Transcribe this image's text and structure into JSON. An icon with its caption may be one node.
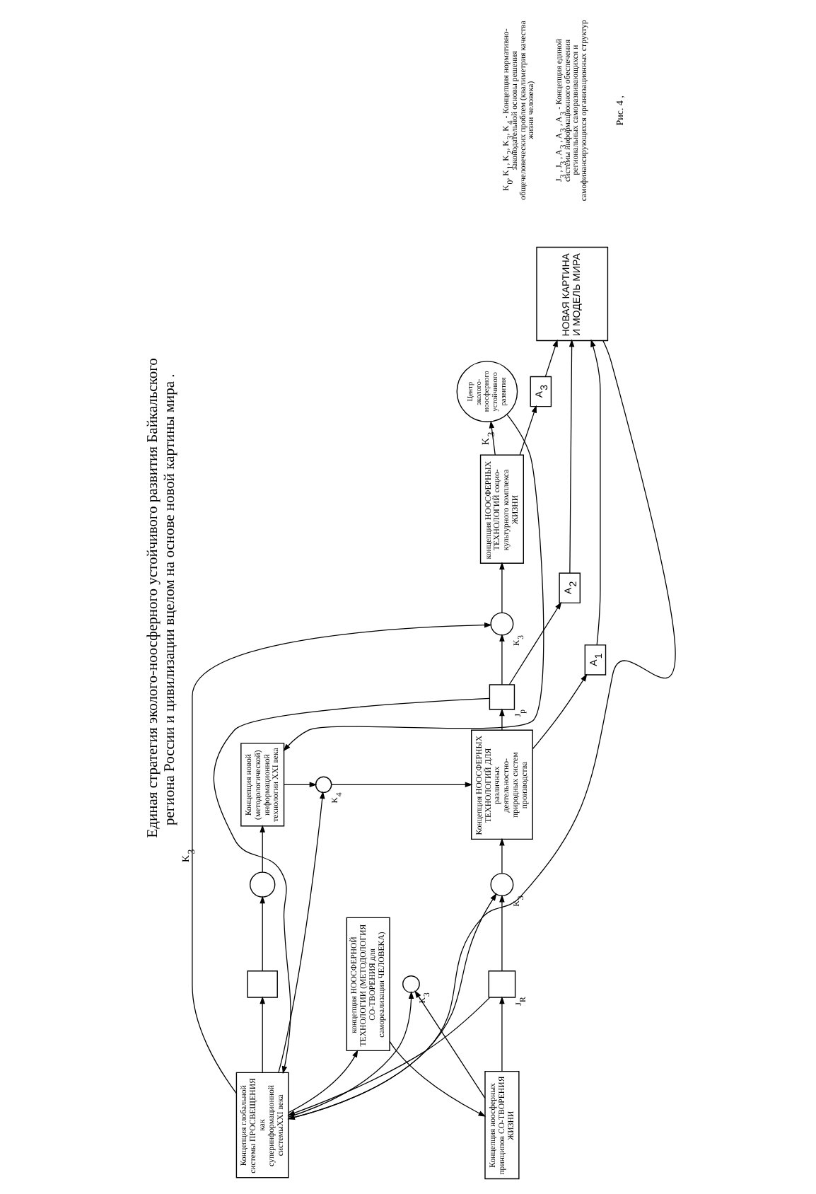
{
  "diagram": {
    "title": "Единая стратегия эколого-ноосферного устойчивого развития Байкальского региона России и цивилизации вцелом на основе новой картины мира .",
    "caption": "Рис. 4 ,",
    "nodes": [
      {
        "text": [
          "Концепция глобальной системы ПРОСВЕЩЕНИЯ как суперинформационной системыXXI века"
        ]
      },
      {
        "text": [],
        "shape": "box"
      },
      {
        "text": [],
        "shape": "circle"
      },
      {
        "text": [
          "Концепция новой (методологической) информационной технологии XXI века"
        ]
      },
      {
        "text": [
          "Центр эколого-ноосферного устойчивого развития"
        ]
      },
      {
        "text": [
          "концепция НООСФЕРНЫХ ТЕХНОЛОГИЙ социо-культурного комплекса ЖИЗНИ"
        ]
      },
      {
        "text": [],
        "shape": "circle",
        "beside": [
          "K$_{4}$"
        ]
      },
      {
        "text": [
          "Концепция ноосферных принципов СО-ТВОРЕНИЯ ЖИЗНИ"
        ]
      },
      {
        "text": [],
        "shape": "box",
        "beside": [
          "J$_{R}$"
        ]
      },
      {
        "text": [],
        "shape": "circle",
        "beside": [
          "K$_{3}$"
        ]
      },
      {
        "text": [
          "Концепция НООСФЕРНЫХ ТЕХНОЛОГИЙ ДЛЯ различных деятельностно-природных систем производства"
        ]
      },
      {
        "text": [],
        "shape": "box",
        "beside": [
          "J$_{p}$"
        ]
      },
      {
        "text": [],
        "shape": "circle",
        "beside": [
          "K$_{3}$"
        ]
      },
      {
        "text": [],
        "shape": "circle",
        "beside": [
          "K$_{3}$"
        ]
      },
      {
        "text": [
          "концепция НООСФЕРНОЙ ТЕХНОЛОГИИ (МЕТОДОЛОГИЯ СО-ТВОРЕНИЯ для самореализации ЧЕЛОВЕКА)"
        ]
      },
      {
        "text": [
          "A$_{1}$"
        ]
      },
      {
        "text": [
          "A$_{2}$"
        ]
      },
      {
        "text": [
          "A$_{3}$"
        ]
      },
      {
        "text": [
          "НОВАЯ КАРТИНА И МОДЕЛЬ МИРА"
        ]
      }
    ],
    "edges": [
      {
        "from": 0,
        "to": 1,
        "arrow": "to"
      },
      {
        "from": 1,
        "to": 2,
        "arrow": "to"
      },
      {
        "from": 2,
        "to": 3,
        "arrow": "to"
      },
      {
        "from": 4,
        "to": 3,
        "arrow": "to"
      },
      {
        "from": 5,
        "to": 4,
        "arrow": "to",
        "label": "K$_{3}$"
      },
      {
        "from": 3,
        "to": 6,
        "arrow": "to"
      },
      {
        "from": 0,
        "to": 6,
        "arrow": "to"
      },
      {
        "from": 6,
        "to": 10,
        "arrow": "to"
      },
      {
        "from": 7,
        "to": 8,
        "arrow": "to"
      },
      {
        "from": 8,
        "to": 9,
        "arrow": "to"
      },
      {
        "from": 0,
        "to": 9,
        "arrow": "to"
      },
      {
        "from": 8,
        "to": 0,
        "arrow": "to"
      },
      {
        "from": 9,
        "to": 10,
        "arrow": "to"
      },
      {
        "from": 10,
        "to": 11,
        "arrow": "to"
      },
      {
        "from": 11,
        "to": 12,
        "arrow": "to"
      },
      {
        "from": 0,
        "to": 12,
        "arrow": "to",
        "label": "K$_{3}$"
      },
      {
        "from": 11,
        "to": 0,
        "arrow": "to"
      },
      {
        "from": 12,
        "to": 5,
        "arrow": "to"
      },
      {
        "from": 0,
        "to": 13,
        "arrow": "to"
      },
      {
        "from": 7,
        "to": 13,
        "arrow": "to"
      },
      {
        "from": 0,
        "to": 14,
        "arrow": "to"
      },
      {
        "from": 14,
        "to": 7,
        "arrow": "to"
      },
      {
        "from": 10,
        "to": 15,
        "arrow": "to"
      },
      {
        "from": 11,
        "to": 16,
        "arrow": "to"
      },
      {
        "from": 5,
        "to": 17,
        "arrow": "to"
      },
      {
        "from": 15,
        "to": 18,
        "arrow": "to"
      },
      {
        "from": 16,
        "to": 18,
        "arrow": "to"
      },
      {
        "from": 17,
        "to": 18,
        "arrow": "to"
      },
      {
        "from": 18,
        "to": 0,
        "arrow": "to"
      }
    ],
    "labels": [
      "K$_{0}$, K$_{1}$, K$_{2}$, K$_{3}$, K$_{4}$ - Концепция нормативно-законодательной основы решения общечеловеческих проблем (квалиметрия качества жизни человека)",
      "J$_{3}$ , J$_{3}$ , A$_{3}$ , A$_{3}$ , A$_{3}$ - Концепция единой системы информационного обеспечения региональных саморазвивающихся и самофинансирующихся организационных структур"
    ]
  }
}
